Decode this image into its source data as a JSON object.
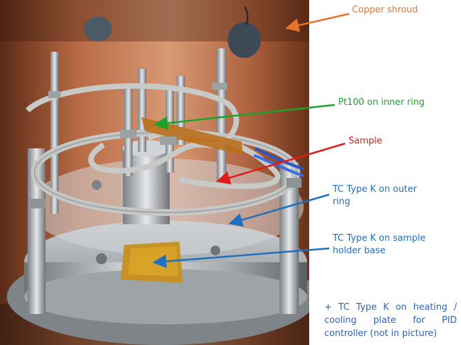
{
  "annotations": {
    "copper_shroud": "Copper shroud",
    "pt100": "Pt100 on inner ring",
    "sample": "Sample",
    "tc_outer_line1": "TC Type K on outer",
    "tc_outer_line2": "ring",
    "tc_base_line1": "TC Type K on sample",
    "tc_base_line2": "holder base",
    "note": "+ TC Type K on heating / cooling plate for PID controller (not in picture)"
  },
  "colors": {
    "copper": "#e8722a",
    "green": "#1aa52a",
    "red": "#e11a1a",
    "blue": "#1f6fbf",
    "note": "#2c63b5"
  },
  "icons": {
    "arrow": "arrow-head"
  }
}
